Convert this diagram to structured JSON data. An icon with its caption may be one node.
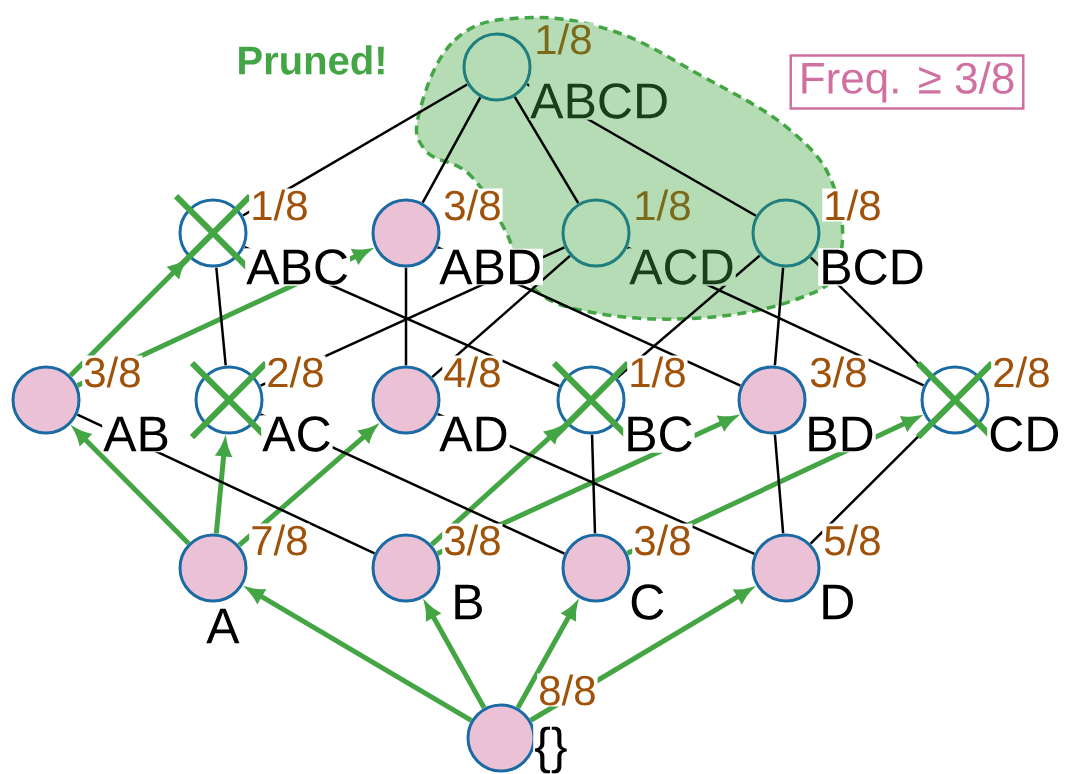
{
  "diagram": {
    "nodes": [
      {
        "text": [
          "Pruned!"
        ]
      },
      {
        "text": [],
        "shape": "circle",
        "beside": [
          "1/8",
          "ABCD"
        ],
        "in": 0
      },
      {
        "text": [
          "Freq. ≥ 3/8"
        ]
      },
      {
        "text": [],
        "shape": "circle",
        "beside": [
          "1/8",
          "ABC"
        ]
      },
      {
        "text": [],
        "shape": "circle",
        "beside": [
          "3/8",
          "ABD"
        ]
      },
      {
        "text": [],
        "shape": "circle",
        "beside": [
          "1/8",
          "ACD"
        ],
        "in": 0
      },
      {
        "text": [],
        "shape": "circle",
        "beside": [
          "1/8",
          "BCD"
        ],
        "in": 0
      },
      {
        "text": [],
        "shape": "circle",
        "beside": [
          "3/8",
          "AB"
        ]
      },
      {
        "text": [],
        "shape": "circle",
        "beside": [
          "2/8",
          "AC"
        ]
      },
      {
        "text": [],
        "shape": "circle",
        "beside": [
          "4/8",
          "AD"
        ]
      },
      {
        "text": [],
        "shape": "circle",
        "beside": [
          "1/8",
          "BC"
        ]
      },
      {
        "text": [],
        "shape": "circle",
        "beside": [
          "3/8",
          "BD"
        ]
      },
      {
        "text": [],
        "shape": "circle",
        "beside": [
          "2/8",
          "CD"
        ]
      },
      {
        "text": [],
        "shape": "circle",
        "beside": [
          "7/8",
          "A"
        ]
      },
      {
        "text": [],
        "shape": "circle",
        "beside": [
          "3/8",
          "B"
        ]
      },
      {
        "text": [],
        "shape": "circle",
        "beside": [
          "3/8",
          "C"
        ]
      },
      {
        "text": [],
        "shape": "circle",
        "beside": [
          "5/8",
          "D"
        ]
      },
      {
        "text": [],
        "shape": "circle",
        "beside": [
          "8/8",
          "{}"
        ]
      }
    ],
    "edges": [
      {
        "from": 17,
        "to": 13,
        "arrow": "to",
        "style": "thick",
        "color": "#44a544"
      },
      {
        "from": 17,
        "to": 14,
        "arrow": "to",
        "style": "thick",
        "color": "#44a544"
      },
      {
        "from": 17,
        "to": 15,
        "arrow": "to",
        "style": "thick",
        "color": "#44a544"
      },
      {
        "from": 17,
        "to": 16,
        "arrow": "to",
        "style": "thick",
        "color": "#44a544"
      },
      {
        "from": 13,
        "to": 7,
        "arrow": "to",
        "style": "thick",
        "color": "#44a544"
      },
      {
        "from": 13,
        "to": 8,
        "arrow": "to",
        "style": "thick",
        "color": "#44a544"
      },
      {
        "from": 13,
        "to": 9,
        "arrow": "to",
        "style": "thick",
        "color": "#44a544"
      },
      {
        "from": 14,
        "to": 10,
        "arrow": "to",
        "style": "thick",
        "color": "#44a544"
      },
      {
        "from": 14,
        "to": 11,
        "arrow": "to",
        "style": "thick",
        "color": "#44a544"
      },
      {
        "from": 15,
        "to": 12,
        "arrow": "to",
        "style": "thick",
        "color": "#44a544"
      },
      {
        "from": 7,
        "to": 3,
        "arrow": "to",
        "style": "thick",
        "color": "#44a544"
      },
      {
        "from": 7,
        "to": 4,
        "arrow": "to",
        "style": "thick",
        "color": "#44a544"
      },
      {
        "from": 14,
        "to": 7,
        "arrow": "none"
      },
      {
        "from": 15,
        "to": 8,
        "arrow": "none"
      },
      {
        "from": 15,
        "to": 10,
        "arrow": "none"
      },
      {
        "from": 16,
        "to": 9,
        "arrow": "none"
      },
      {
        "from": 16,
        "to": 11,
        "arrow": "none"
      },
      {
        "from": 16,
        "to": 12,
        "arrow": "none"
      },
      {
        "from": 8,
        "to": 3,
        "arrow": "none"
      },
      {
        "from": 10,
        "to": 3,
        "arrow": "none"
      },
      {
        "from": 9,
        "to": 4,
        "arrow": "none"
      },
      {
        "from": 11,
        "to": 4,
        "arrow": "none"
      },
      {
        "from": 8,
        "to": 5,
        "arrow": "none"
      },
      {
        "from": 9,
        "to": 5,
        "arrow": "none"
      },
      {
        "from": 12,
        "to": 5,
        "arrow": "none"
      },
      {
        "from": 10,
        "to": 6,
        "arrow": "none"
      },
      {
        "from": 11,
        "to": 6,
        "arrow": "none"
      },
      {
        "from": 12,
        "to": 6,
        "arrow": "none"
      },
      {
        "from": 3,
        "to": 1,
        "arrow": "none"
      },
      {
        "from": 4,
        "to": 1,
        "arrow": "none"
      },
      {
        "from": 5,
        "to": 1,
        "arrow": "none"
      },
      {
        "from": 6,
        "to": 1,
        "arrow": "none"
      }
    ]
  }
}
